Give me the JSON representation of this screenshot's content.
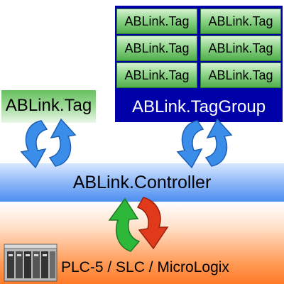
{
  "tag_group": {
    "tags": [
      "ABLink.Tag",
      "ABLink.Tag",
      "ABLink.Tag",
      "ABLink.Tag",
      "ABLink.Tag",
      "ABLink.Tag"
    ],
    "label": "ABLink.TagGroup"
  },
  "single_tag": {
    "label": "ABLink.Tag"
  },
  "controller": {
    "label": "ABLink.Controller"
  },
  "plc": {
    "label": "PLC-5 / SLC / MicroLogix"
  },
  "icons": [
    "sync-arrows-icon",
    "plc-hardware-icon"
  ],
  "colors": {
    "tag_green": "#4fae4a",
    "taggroup_blue": "#0000a8",
    "controller_blue": "#4c8ef0",
    "plc_orange": "#ff7a28",
    "arrow_blue": "#3a8de8",
    "arrow_green": "#2db83a",
    "arrow_red": "#e03a1a"
  }
}
